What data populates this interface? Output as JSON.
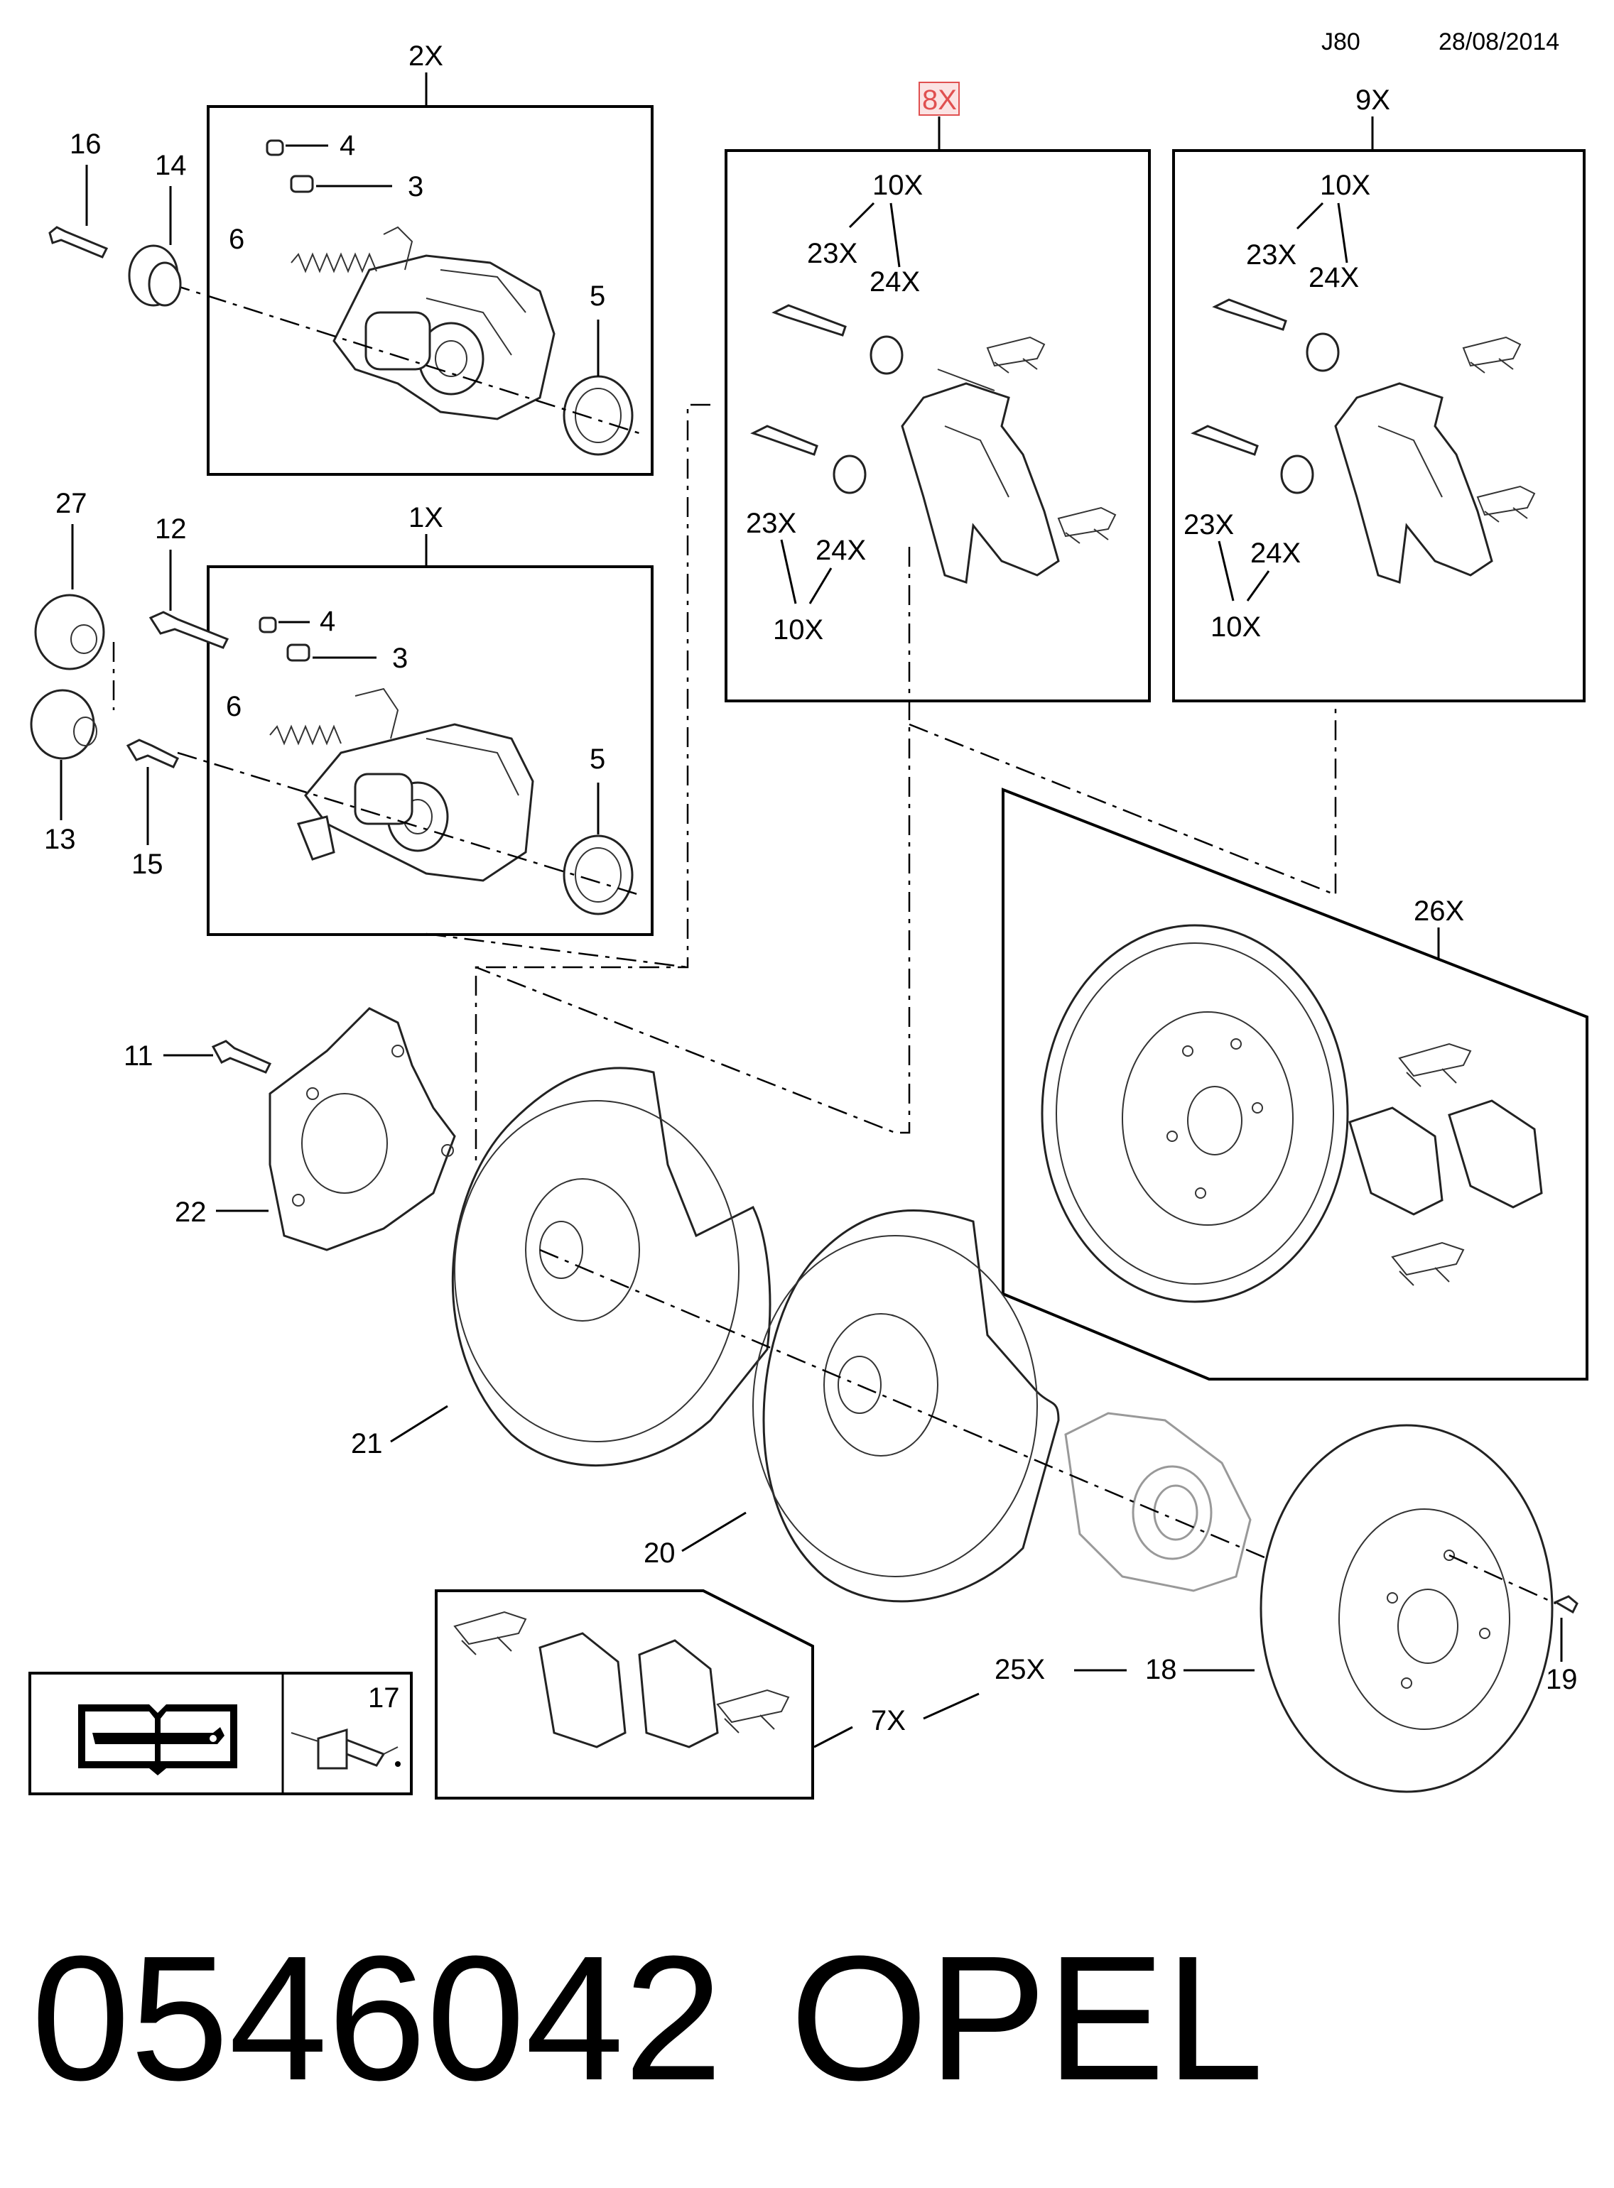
{
  "header": {
    "code": "J80",
    "date": "28/08/2014"
  },
  "footer": {
    "part_number": "0546042",
    "brand": "OPEL"
  },
  "groups": {
    "g2x": "2X",
    "g1x": "1X",
    "g8x": "8X",
    "g9x": "9X",
    "g26x": "26X",
    "g7x": "7X",
    "g25x": "25X"
  },
  "parts": {
    "p3": "3",
    "p4": "4",
    "p5": "5",
    "p6": "6",
    "p10x": "10X",
    "p11": "11",
    "p12": "12",
    "p13": "13",
    "p14": "14",
    "p15": "15",
    "p16": "16",
    "p17": "17",
    "p18": "18",
    "p19": "19",
    "p20": "20",
    "p21": "21",
    "p22": "22",
    "p23x": "23X",
    "p24x": "24X",
    "p27": "27"
  },
  "icons": [
    "repair-manual-icon",
    "oil-can-icon"
  ],
  "colors": {
    "highlight": "#e05050",
    "highlight_fill": "#fbe3e3",
    "line": "#000000"
  }
}
